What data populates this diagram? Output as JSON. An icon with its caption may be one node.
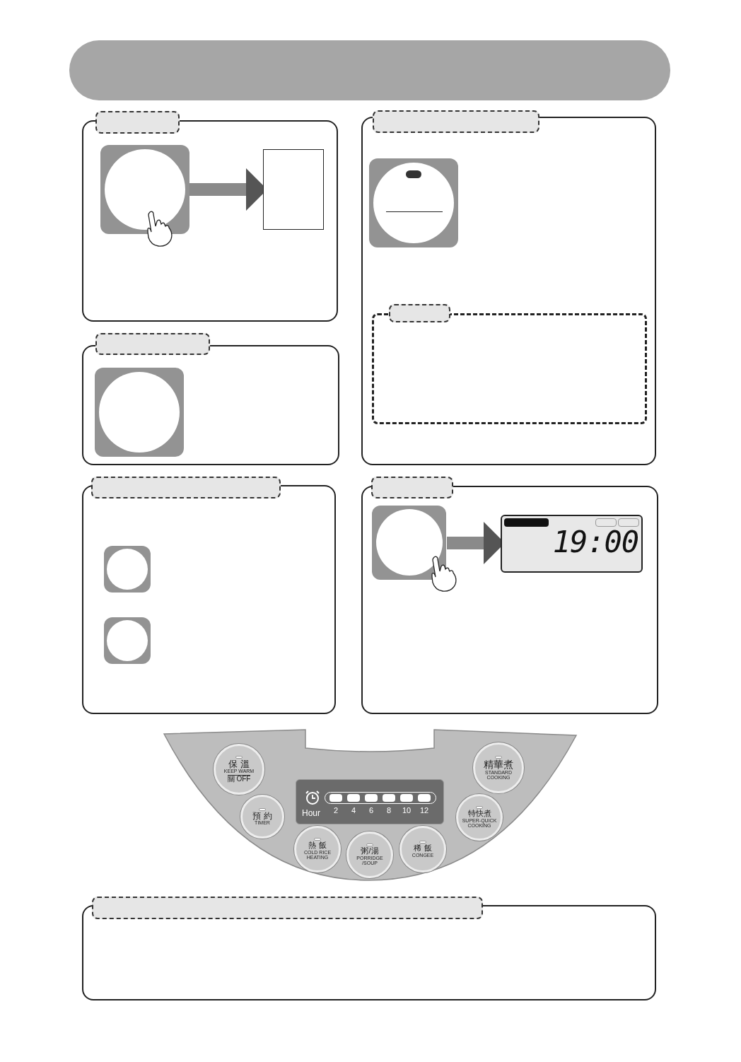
{
  "diagram": {
    "nodes": [
      {
        "text": [],
        "shape": "circle"
      },
      {
        "text": [],
        "shape": "box"
      },
      {
        "text": [],
        "shape": "circle"
      },
      {
        "text": [],
        "shape": "circle"
      },
      {
        "text": [],
        "shape": "circle"
      },
      {
        "text": [],
        "shape": "circle"
      },
      {
        "text": [],
        "shape": "circle"
      },
      {
        "text": [
          "19:00"
        ]
      },
      {
        "text": [
          "保 溫",
          "KEEP WARM",
          "關 OFF"
        ]
      },
      {
        "text": [
          "精華煮",
          "STANDARD COOKING"
        ]
      },
      {
        "text": [
          "預 約",
          "TIMER"
        ]
      },
      {
        "text": [
          "Hour",
          "2",
          "4",
          "6",
          "8",
          "10",
          "12"
        ]
      },
      {
        "text": [
          "特快煮",
          "SUPER-QUICK COOKING"
        ]
      },
      {
        "text": [
          "熱 飯",
          "COLD RICE HEATING"
        ]
      },
      {
        "text": [
          "粥/湯",
          "PORRIDGE /SOUP"
        ]
      },
      {
        "text": [
          "稀 飯",
          "CONGEE"
        ]
      }
    ],
    "edges": [
      {
        "from": 0,
        "to": 1,
        "arrow": "to"
      },
      {
        "from": 6,
        "to": 7,
        "arrow": "to"
      }
    ]
  }
}
